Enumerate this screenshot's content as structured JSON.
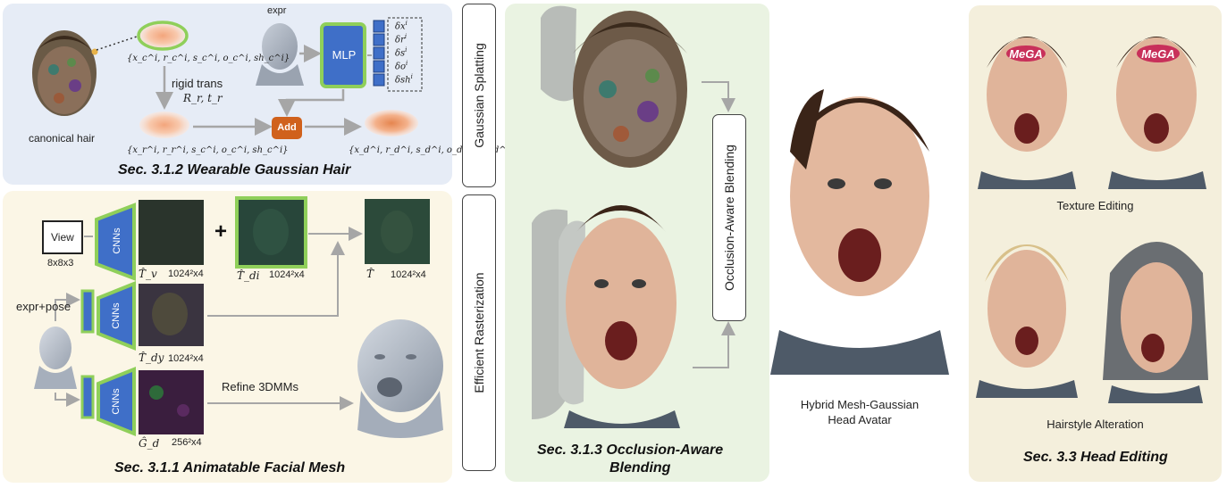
{
  "hair": {
    "expr": "expr",
    "mlp": "MLP",
    "deltas": [
      "δx",
      "δr",
      "δs",
      "δo",
      "δsh"
    ],
    "sup": "i",
    "attr_canonical": "{x_c^i, r_c^i, s_c^i, o_c^i, sh_c^i}",
    "rigid_trans": "rigid trans",
    "rt": "R_r, t_r",
    "canonical_hair": "canonical hair",
    "attr_rigid": "{x_r^i, r_r^i, s_c^i, o_c^i, sh_c^i}",
    "add": "Add",
    "attr_deformed": "{x_d^i, r_d^i, s_d^i, o_d^i, sh_d^i}",
    "title": "Sec. 3.1.2 Wearable Gaussian Hair"
  },
  "mesh": {
    "view": "View",
    "view_size": "8x8x3",
    "cnns": "CNNs",
    "plus": "+",
    "tv": "T̂_v",
    "tv_size": "1024²x4",
    "tdi": "T̂_di",
    "tdi_size": "1024²x4",
    "t": "T̂",
    "t_size": "1024²x4",
    "expr_pose": "expr+pose",
    "tdy": "T̂_dy",
    "tdy_size": "1024²x4",
    "gd": "Ĝ_d",
    "gd_size": "256²x4",
    "refine": "Refine 3DMMs",
    "title": "Sec. 3.1.1 Animatable Facial Mesh"
  },
  "side": {
    "gaussian_splatting": "Gaussian Splatting",
    "efficient_rasterization": "Efficient Rasterization"
  },
  "blend": {
    "occlusion_label": "Occlusion-Aware Blending",
    "title_line1": "Sec. 3.1.3 Occlusion-Aware",
    "title_line2": "Blending"
  },
  "avatar": {
    "line1": "Hybrid Mesh-Gaussian",
    "line2": "Head Avatar"
  },
  "editing": {
    "logo_text": "MeGA",
    "texture": "Texture Editing",
    "hairstyle": "Hairstyle Alteration",
    "title": "Sec. 3.3 Head Editing"
  },
  "colors": {
    "hair_panel": "#e6ecf6",
    "mesh_panel": "#fbf6e6",
    "blend_panel": "#eaf3e2",
    "edit_panel": "#f4efdc",
    "mlp": "#3f6fc8",
    "green_border": "#8fcf5a",
    "add": "#d0611c",
    "arrow": "#a6a6a6"
  }
}
